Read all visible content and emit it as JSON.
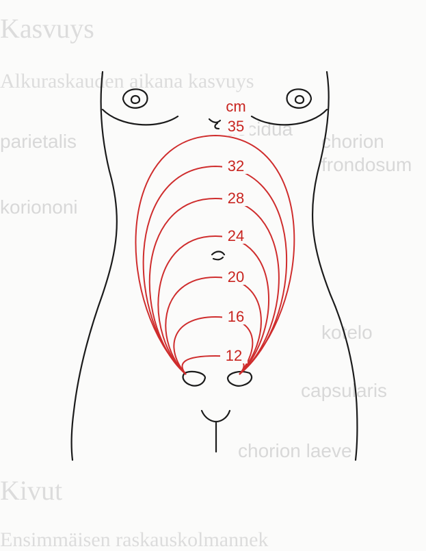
{
  "diagram": {
    "unit_label": "cm",
    "fundal_heights": [
      {
        "value": "35"
      },
      {
        "value": "32"
      },
      {
        "value": "28"
      },
      {
        "value": "24"
      },
      {
        "value": "20"
      },
      {
        "value": "16"
      },
      {
        "value": "12"
      }
    ]
  },
  "background_text": {
    "lines": [
      "Kasvuys",
      "Alkuraskauden aikana kasvuys",
      "decidua",
      "parietalis",
      "chorion",
      "koriononi",
      "frondosum",
      "kotelo",
      "capsularis",
      "chorion laeve",
      "Kivut",
      "Ensimmäisen raskauskolmannek"
    ]
  },
  "colors": {
    "curve": "#cf2d2d",
    "outline": "#1b1b1b",
    "ghost_text": "#cdcdcd"
  }
}
